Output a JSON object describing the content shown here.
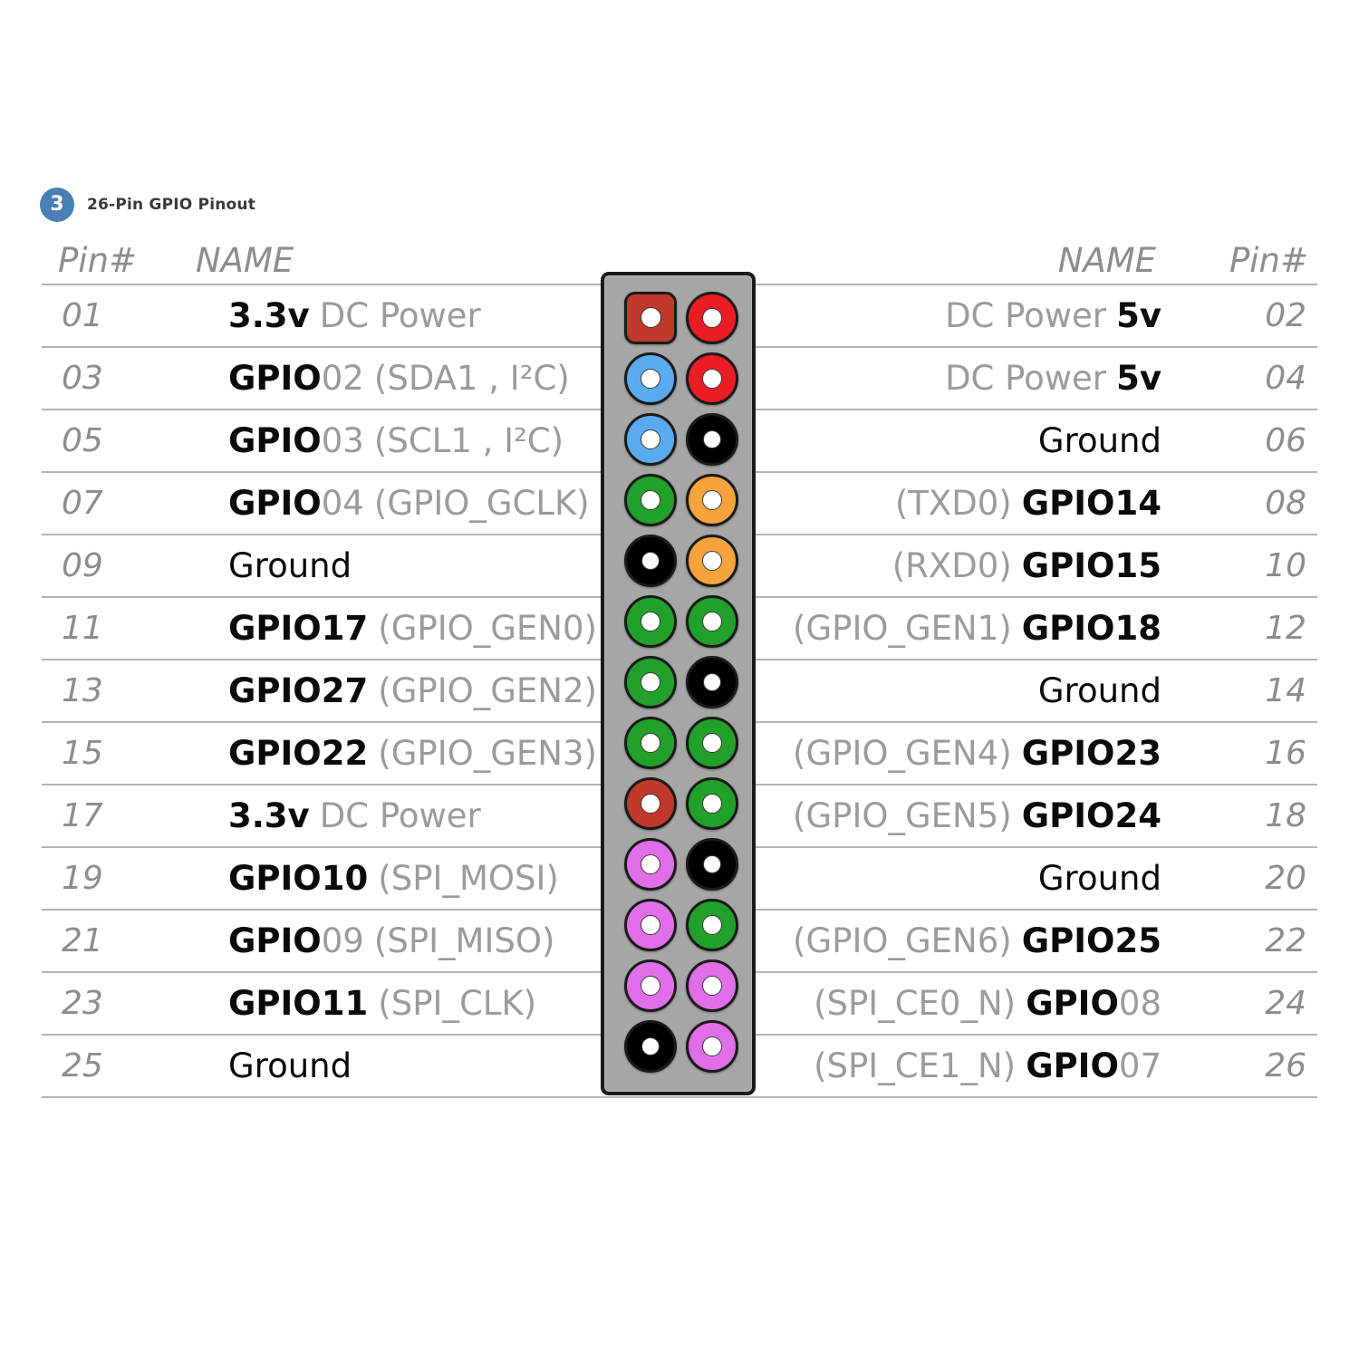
{
  "section": {
    "number": "3",
    "title": "26-Pin GPIO Pinout",
    "badge_color": "#4a7fb5"
  },
  "header": {
    "left_pin": "Pin#",
    "left_name": "NAME",
    "right_name": "NAME",
    "right_pin": "Pin#"
  },
  "colors": {
    "power_3v3": "#c0392b",
    "power_5v": "#ec1c24",
    "ground": "#000000",
    "i2c": "#5aabee",
    "gpio": "#22a12a",
    "uart": "#f5a33c",
    "spi": "#e06ee8",
    "body": "#a6a6a6",
    "outline": "#1a1a1a",
    "rule": "#b4b4b4",
    "muted_text": "#9b9b9b",
    "strong_text": "#0a0a0a"
  },
  "chart_data": {
    "type": "table",
    "title": "26-Pin GPIO Pinout",
    "columns": [
      "Pin#",
      "NAME",
      "NAME",
      "Pin#"
    ],
    "rows": [
      {
        "left_pin": "01",
        "left_key": "3.3v",
        "left_mid": "",
        "left_gray": "DC Power",
        "left_color": "#c0392b",
        "left_shape": "square",
        "left_hole": "white",
        "right_gray": "DC Power",
        "right_key": "5v",
        "right_mid": "",
        "right_color": "#ec1c24",
        "right_shape": "circle",
        "right_hole": "white",
        "right_pin": "02"
      },
      {
        "left_pin": "03",
        "left_key": "GPIO",
        "left_mid": "02",
        "left_gray": "(SDA1 , I²C)",
        "left_color": "#5aabee",
        "left_shape": "circle",
        "left_hole": "white",
        "right_gray": "DC Power",
        "right_key": "5v",
        "right_mid": "",
        "right_color": "#ec1c24",
        "right_shape": "circle",
        "right_hole": "white",
        "right_pin": "04"
      },
      {
        "left_pin": "05",
        "left_key": "GPIO",
        "left_mid": "03",
        "left_gray": "(SCL1 , I²C)",
        "left_color": "#5aabee",
        "left_shape": "circle",
        "left_hole": "white",
        "right_gray": "",
        "right_key": "Ground",
        "right_mid": "",
        "right_color": "#000000",
        "right_shape": "circle",
        "right_hole": "white",
        "right_pin": "06"
      },
      {
        "left_pin": "07",
        "left_key": "GPIO",
        "left_mid": "04",
        "left_gray": "(GPIO_GCLK)",
        "left_color": "#22a12a",
        "left_shape": "circle",
        "left_hole": "white",
        "right_gray": "(TXD0)",
        "right_key": "GPIO14",
        "right_mid": "",
        "right_color": "#f5a33c",
        "right_shape": "circle",
        "right_hole": "white",
        "right_pin": "08"
      },
      {
        "left_pin": "09",
        "left_key": "Ground",
        "left_mid": "",
        "left_gray": "",
        "left_color": "#000000",
        "left_shape": "circle",
        "left_hole": "white",
        "right_gray": "(RXD0)",
        "right_key": "GPIO15",
        "right_mid": "",
        "right_color": "#f5a33c",
        "right_shape": "circle",
        "right_hole": "white",
        "right_pin": "10"
      },
      {
        "left_pin": "11",
        "left_key": "GPIO17",
        "left_mid": "",
        "left_gray": "(GPIO_GEN0)",
        "left_color": "#22a12a",
        "left_shape": "circle",
        "left_hole": "white",
        "right_gray": "(GPIO_GEN1)",
        "right_key": "GPIO18",
        "right_mid": "",
        "right_color": "#22a12a",
        "right_shape": "circle",
        "right_hole": "white",
        "right_pin": "12"
      },
      {
        "left_pin": "13",
        "left_key": "GPIO27",
        "left_mid": "",
        "left_gray": "(GPIO_GEN2)",
        "left_color": "#22a12a",
        "left_shape": "circle",
        "left_hole": "white",
        "right_gray": "",
        "right_key": "Ground",
        "right_mid": "",
        "right_color": "#000000",
        "right_shape": "circle",
        "right_hole": "white",
        "right_pin": "14"
      },
      {
        "left_pin": "15",
        "left_key": "GPIO22",
        "left_mid": "",
        "left_gray": "(GPIO_GEN3)",
        "left_color": "#22a12a",
        "left_shape": "circle",
        "left_hole": "white",
        "right_gray": "(GPIO_GEN4)",
        "right_key": "GPIO23",
        "right_mid": "",
        "right_color": "#22a12a",
        "right_shape": "circle",
        "right_hole": "white",
        "right_pin": "16"
      },
      {
        "left_pin": "17",
        "left_key": "3.3v",
        "left_mid": "",
        "left_gray": "DC Power",
        "left_color": "#c0392b",
        "left_shape": "circle",
        "left_hole": "white",
        "right_gray": "(GPIO_GEN5)",
        "right_key": "GPIO24",
        "right_mid": "",
        "right_color": "#22a12a",
        "right_shape": "circle",
        "right_hole": "white",
        "right_pin": "18"
      },
      {
        "left_pin": "19",
        "left_key": "GPIO10",
        "left_mid": "",
        "left_gray": "(SPI_MOSI)",
        "left_color": "#e06ee8",
        "left_shape": "circle",
        "left_hole": "white",
        "right_gray": "",
        "right_key": "Ground",
        "right_mid": "",
        "right_color": "#000000",
        "right_shape": "circle",
        "right_hole": "white",
        "right_pin": "20"
      },
      {
        "left_pin": "21",
        "left_key": "GPIO",
        "left_mid": "09",
        "left_gray": "(SPI_MISO)",
        "left_color": "#e06ee8",
        "left_shape": "circle",
        "left_hole": "white",
        "right_gray": "(GPIO_GEN6)",
        "right_key": "GPIO25",
        "right_mid": "",
        "right_color": "#22a12a",
        "right_shape": "circle",
        "right_hole": "white",
        "right_pin": "22"
      },
      {
        "left_pin": "23",
        "left_key": "GPIO11",
        "left_mid": "",
        "left_gray": "(SPI_CLK)",
        "left_color": "#e06ee8",
        "left_shape": "circle",
        "left_hole": "white",
        "right_gray": "(SPI_CE0_N)",
        "right_key": "GPIO",
        "right_mid": "08",
        "right_color": "#e06ee8",
        "right_shape": "circle",
        "right_hole": "white",
        "right_pin": "24"
      },
      {
        "left_pin": "25",
        "left_key": "Ground",
        "left_mid": "",
        "left_gray": "",
        "left_color": "#000000",
        "left_shape": "circle",
        "left_hole": "white",
        "right_gray": "(SPI_CE1_N)",
        "right_key": "GPIO",
        "right_mid": "07",
        "right_color": "#e06ee8",
        "right_shape": "circle",
        "right_hole": "white",
        "right_pin": "26"
      }
    ]
  }
}
